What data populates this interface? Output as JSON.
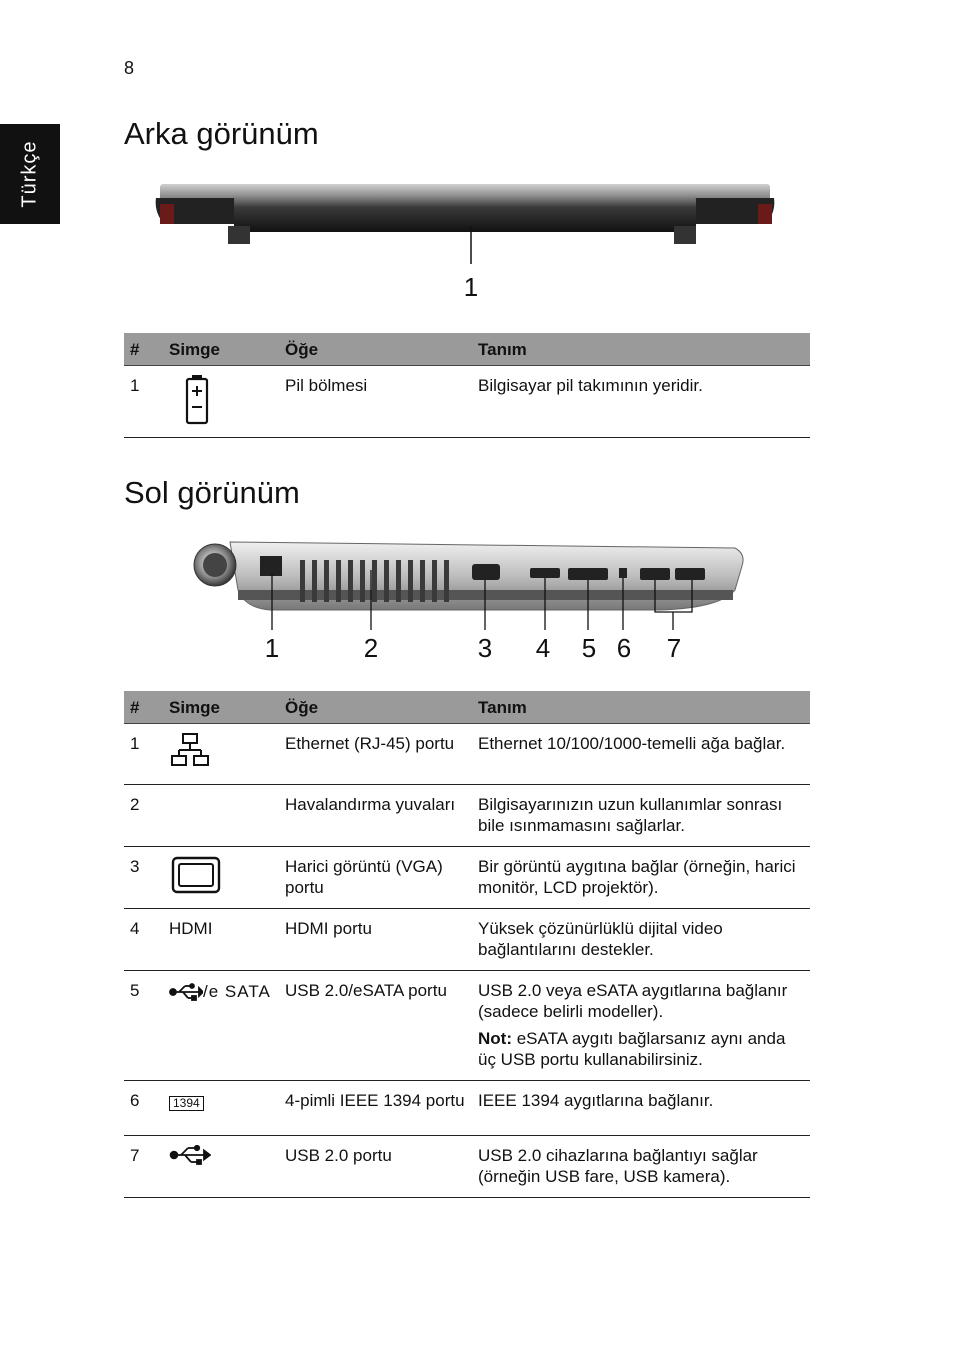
{
  "page_number": "8",
  "side_tab": "Türkçe",
  "sections": {
    "rear": {
      "title": "Arka görünüm",
      "callouts": [
        "1"
      ],
      "table": {
        "headers": [
          "#",
          "Simge",
          "Öğe",
          "Tanım"
        ],
        "rows": [
          {
            "num": "1",
            "icon": "battery-icon",
            "item": "Pil bölmesi",
            "desc": "Bilgisayar pil takımının yeridir."
          }
        ]
      }
    },
    "left": {
      "title": "Sol görünüm",
      "callouts": [
        "1",
        "2",
        "3",
        "4",
        "5",
        "6",
        "7"
      ],
      "table": {
        "headers": [
          "#",
          "Simge",
          "Öğe",
          "Tanım"
        ],
        "rows": [
          {
            "num": "1",
            "icon": "ethernet-icon",
            "item": "Ethernet (RJ-45) portu",
            "desc": "Ethernet 10/100/1000-temelli ağa bağlar."
          },
          {
            "num": "2",
            "icon": "",
            "item": "Havalandırma yuvaları",
            "desc": "Bilgisayarınızın uzun kullanımlar sonrası bile ısınmamasını sağlarlar."
          },
          {
            "num": "3",
            "icon": "vga-icon",
            "item": "Harici görüntü (VGA) portu",
            "desc": "Bir görüntü aygıtına bağlar (örneğin, harici monitör, LCD projektör)."
          },
          {
            "num": "4",
            "icon_text": "HDMI",
            "item": "HDMI portu",
            "desc": "Yüksek çözünürlüklü dijital video bağlantılarını destekler."
          },
          {
            "num": "5",
            "icon": "usb-esata-icon",
            "icon_text": "/e SATA",
            "item": "USB 2.0/eSATA portu",
            "desc": "USB 2.0 veya eSATA aygıtlarına bağlanır (sadece belirli modeller).",
            "note_label": "Not:",
            "note": " eSATA aygıtı bağlarsanız aynı anda üç USB portu kullanabilirsiniz."
          },
          {
            "num": "6",
            "icon": "ieee1394-icon",
            "icon_text": "1394",
            "item": "4-pimli IEEE 1394 portu",
            "desc": "IEEE 1394 aygıtlarına bağlanır."
          },
          {
            "num": "7",
            "icon": "usb-icon",
            "item": "USB 2.0 portu",
            "desc": "USB 2.0 cihazlarına bağlantıyı sağlar (örneğin USB fare, USB kamera)."
          }
        ]
      }
    }
  }
}
